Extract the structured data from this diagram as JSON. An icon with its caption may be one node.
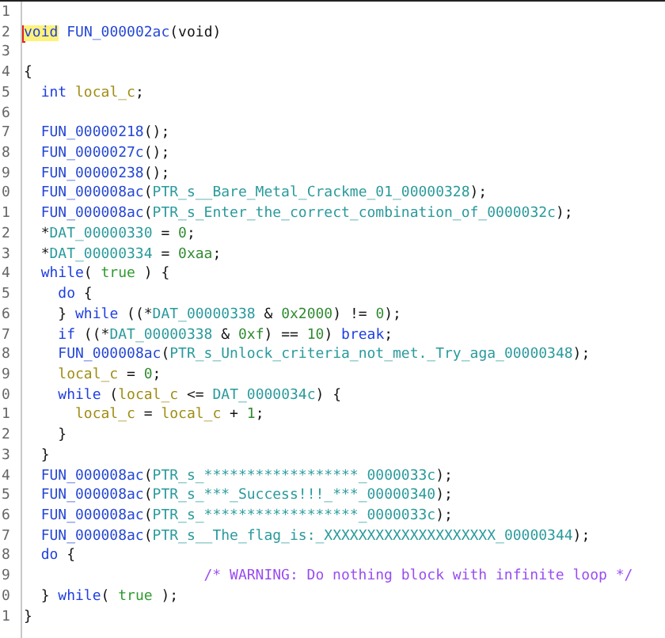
{
  "diagram": {
    "labels": [
      "1",
      "2",
      "void FUN_000002ac(void)",
      "3",
      "4",
      "{",
      "5",
      "int local_c;",
      "6",
      "7",
      "FUN_00000218();",
      "8",
      "FUN_0000027c();",
      "9",
      "FUN_00000238();",
      "0",
      "FUN_000008ac(PTR_s__Bare_Metal_Crackme_01_00000328);",
      "1",
      "FUN_000008ac(PTR_s_Enter_the_correct_combination_of_0000032c);",
      "2",
      "*DAT_00000330 = 0;",
      "3",
      "*DAT_00000334 = 0xaa;",
      "4",
      "while( true ) {",
      "5",
      "do {",
      "6",
      "} while ((*DAT_00000338 & 0x2000) != 0);",
      "7",
      "if ((*DAT_00000338 & 0xf) == 10) break;",
      "8",
      "FUN_000008ac(PTR_s_Unlock_criteria_not_met._Try_aga_00000348);",
      "9",
      "local_c = 0;",
      "0",
      "while (local_c <= DAT_0000034c) {",
      "1",
      "local_c = local_c + 1;",
      "2",
      "}",
      "3",
      "}",
      "4",
      "FUN_000008ac(PTR_s_******************_0000033c);",
      "5",
      "FUN_000008ac(PTR_s_***_Success!!!_***_00000340);",
      "6",
      "FUN_000008ac(PTR_s_******************_0000033c);",
      "7",
      "FUN_000008ac(PTR_s__The_flag_is:_XXXXXXXXXXXXXXXXXXXX_00000344);",
      "8",
      "do {",
      "9",
      "/* WARNING: Do nothing block with infinite loop */",
      "0",
      "} while( true );",
      "1",
      "}"
    ]
  }
}
